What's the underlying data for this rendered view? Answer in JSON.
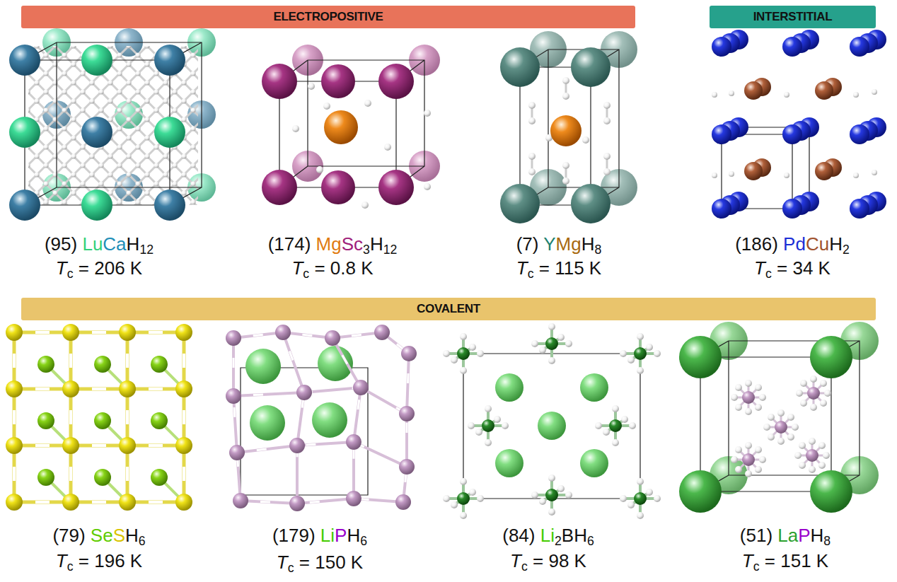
{
  "diagram": {
    "nodes": [
      {
        "text": [
          "ELECTROPOSITIVE"
        ]
      },
      {
        "text": [
          "INTERSTITIAL"
        ]
      },
      {
        "text": [
          "COVALENT"
        ]
      }
    ],
    "labels": [
      "(95) LuCaH12",
      "Tc = 206 K",
      "(174) MgSc3H12",
      "Tc = 0.8 K",
      "(7) YMgH8",
      "Tc = 115 K",
      "(186) PdCuH2",
      "Tc = 34 K",
      "(79) SeSH6",
      "Tc = 196 K",
      "(179) LiPH6",
      "Tc = 150 K",
      "(84) Li2BH6",
      "Tc = 98 K",
      "(51) LaPH8",
      "Tc = 151 K"
    ]
  }
}
